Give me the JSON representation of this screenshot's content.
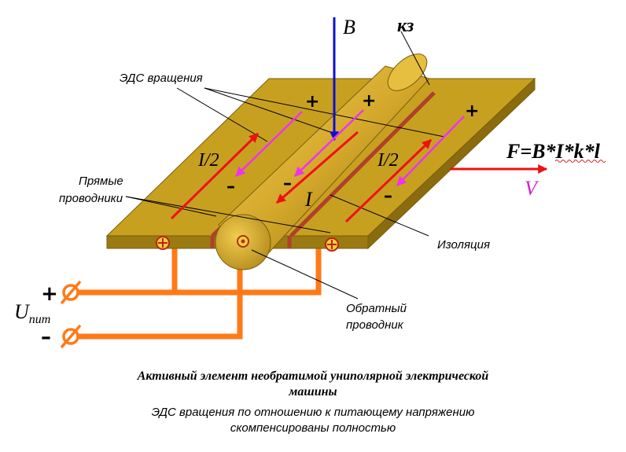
{
  "colors": {
    "plate_top": "#C8A020",
    "plate_edge": "#9A7A12",
    "rod": "#D4A82A",
    "insulation": "#B0402A",
    "wire": "#FF7A18",
    "field_arrow": "#1010CC",
    "current_arrow": "#EE1111",
    "emf_arrow": "#EE33EE",
    "velocity_label": "#CC22CC"
  },
  "labels": {
    "field": "B",
    "short_circuit": "кз",
    "emf": "ЭДС вращения",
    "half_current_left": "I/2",
    "half_current_right": "I/2",
    "current": "I",
    "force": "F=B*I*k*l",
    "velocity": "V",
    "direct_conductors_line1": "Прямые",
    "direct_conductors_line2": "проводники",
    "insulation": "Изоляция",
    "return_conductor_line1": "Обратный",
    "return_conductor_line2": "проводник",
    "supply_voltage": "U",
    "supply_voltage_sub": "пит",
    "plus": "+",
    "minus": "–"
  },
  "caption": {
    "title_line1": "Активный элемент необратимой униполярной электрической",
    "title_line2": "машины",
    "subtitle_line1": "ЭДС вращения по отношению к питающему напряжению",
    "subtitle_line2": "скомпенсированы полностью"
  }
}
